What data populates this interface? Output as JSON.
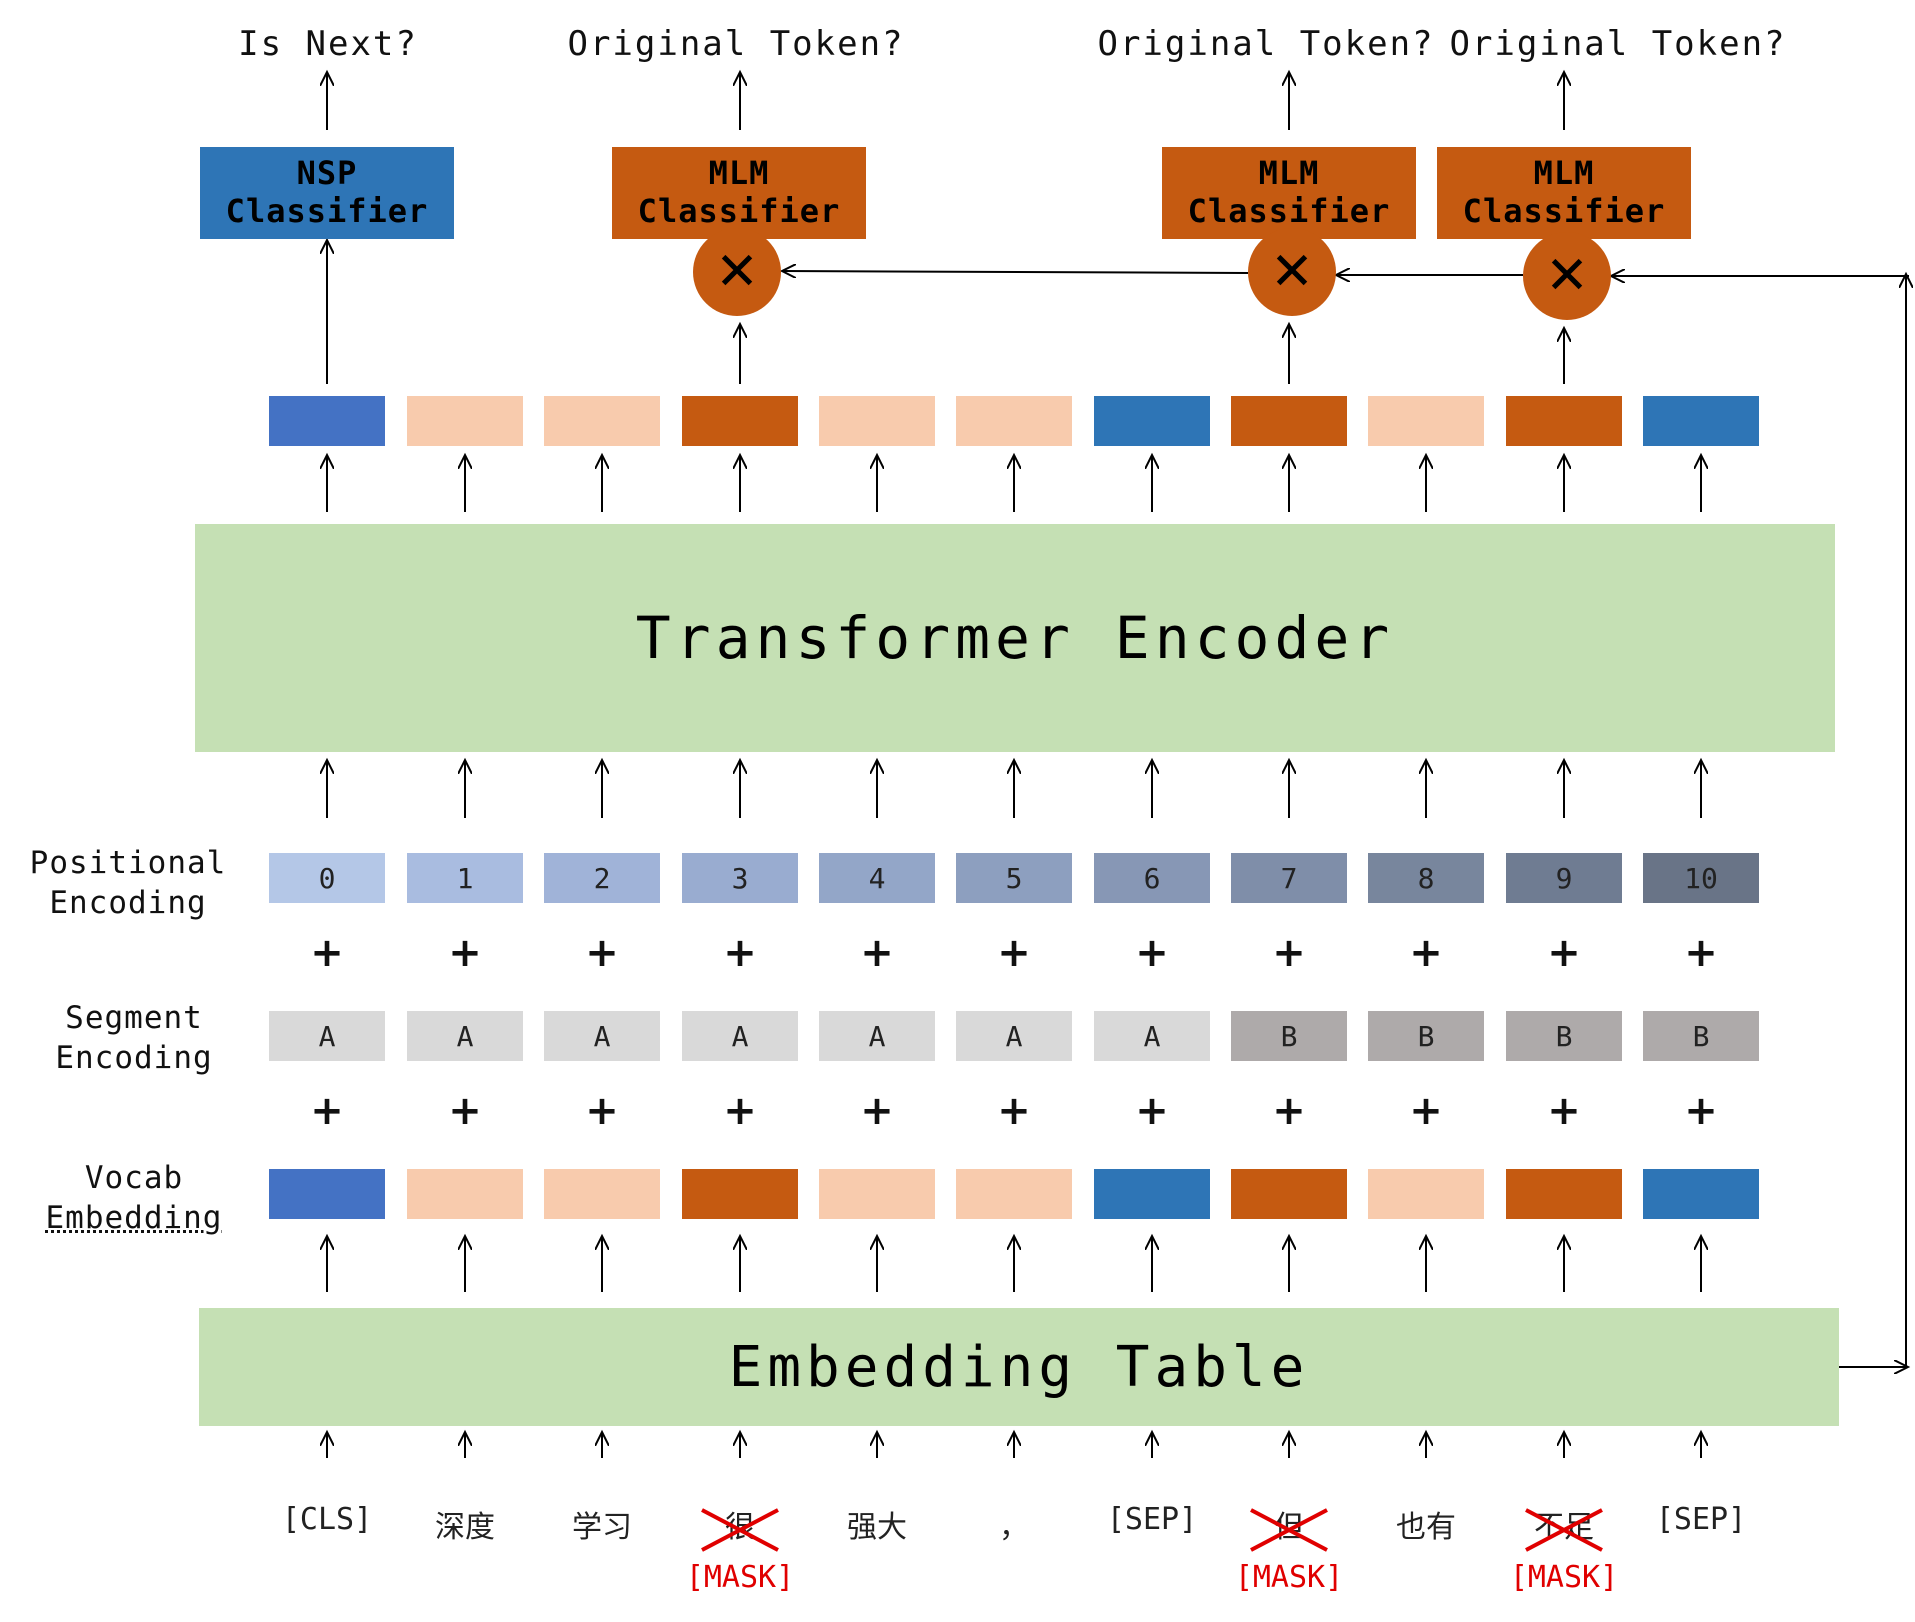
{
  "outputs": {
    "nsp_question": "Is Next?",
    "mlm_question": "Original Token?"
  },
  "classifiers": {
    "nsp": {
      "line1": "NSP",
      "line2": "Classifier"
    },
    "mlm": {
      "line1": "MLM",
      "line2": "Classifier"
    }
  },
  "multiply_symbol": "✕",
  "encoder": {
    "label": "Transformer Encoder"
  },
  "embedding_table": {
    "label": "Embedding Table"
  },
  "row_labels": {
    "positional": [
      "Positional",
      "Encoding"
    ],
    "segment": [
      "Segment",
      "Encoding"
    ],
    "vocab": [
      "Vocab",
      "Embedding"
    ]
  },
  "plus_symbol": "+",
  "positions": [
    "0",
    "1",
    "2",
    "3",
    "4",
    "5",
    "6",
    "7",
    "8",
    "9",
    "10"
  ],
  "segments": [
    "A",
    "A",
    "A",
    "A",
    "A",
    "A",
    "A",
    "B",
    "B",
    "B",
    "B"
  ],
  "tokens": [
    "[CLS]",
    "深度",
    "学习",
    "很",
    "强大",
    "，",
    "[SEP]",
    "但",
    "也有",
    "不足",
    "[SEP]"
  ],
  "masked_indices": [
    3,
    7,
    9
  ],
  "mask_label": "[MASK]",
  "colors": {
    "cls_blue": "#4472c4",
    "sep_blue": "#2e75b6",
    "masked_orange": "#c55a11",
    "token_peach": "#f8cbad",
    "encoder_green": "#c5e0b4",
    "segment_a": "#d9d9d9",
    "segment_b": "#aeaaaa",
    "mask_red": "#e00000",
    "positional_gradient": [
      "#b4c7e7",
      "#a9bce0",
      "#a0b3d8",
      "#99acd0",
      "#93a6c8",
      "#8d9fbf",
      "#8797b5",
      "#7f8ea9",
      "#78869d",
      "#6f7c92",
      "#697487"
    ]
  }
}
